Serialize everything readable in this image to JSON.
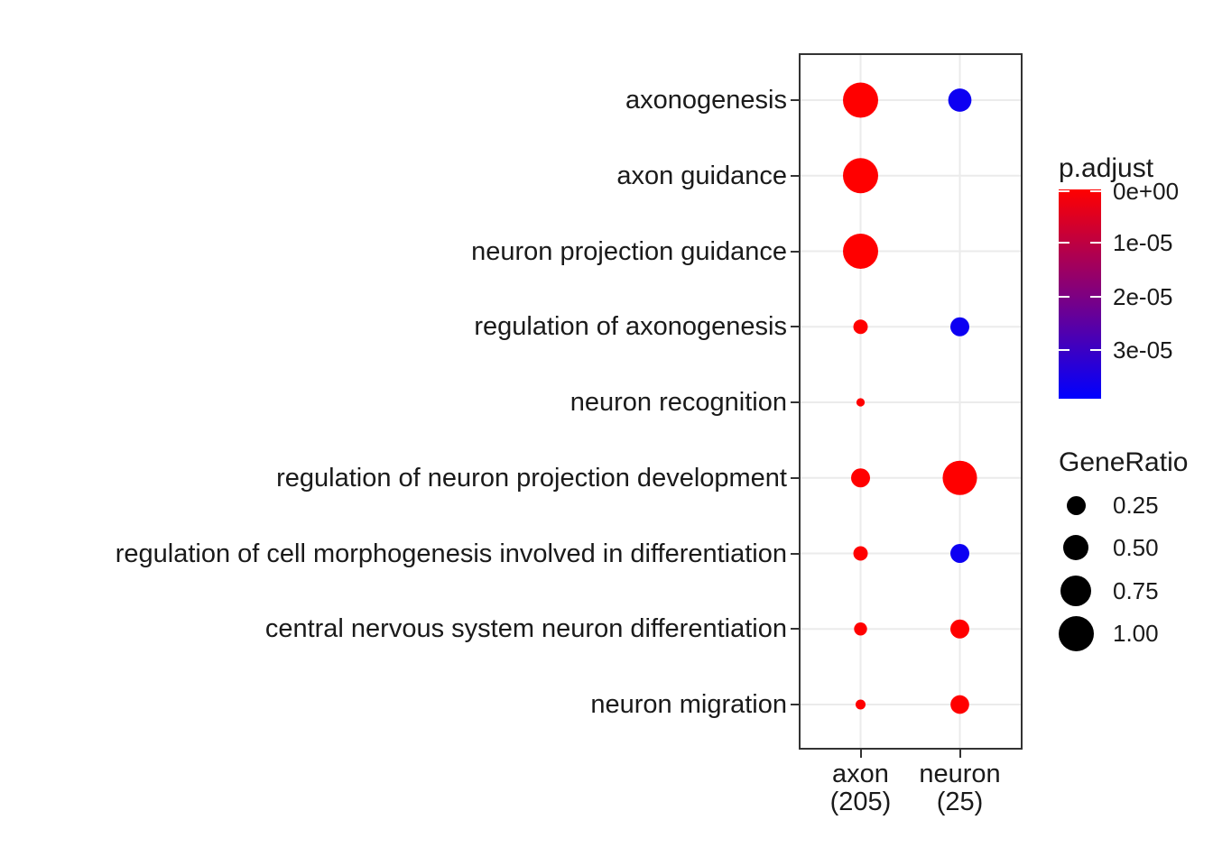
{
  "chart_data": {
    "type": "scatter",
    "subtype": "enrichment-dotplot",
    "title": "",
    "x_axis": {
      "clusters": [
        {
          "label": "axon",
          "size_label": "(205)"
        },
        {
          "label": "neuron",
          "size_label": "(25)"
        }
      ]
    },
    "y_axis": {
      "categories": [
        "axonogenesis",
        "axon guidance",
        "neuron projection guidance",
        "regulation of axonogenesis",
        "neuron recognition",
        "regulation of neuron projection development",
        "regulation of cell morphogenesis involved in differentiation",
        "central nervous system neuron differentiation",
        "neuron migration"
      ]
    },
    "points": [
      {
        "cluster": "axon",
        "category": "axonogenesis",
        "gene_ratio": 1.0,
        "p_adjust": 0
      },
      {
        "cluster": "axon",
        "category": "axon guidance",
        "gene_ratio": 1.0,
        "p_adjust": 0
      },
      {
        "cluster": "axon",
        "category": "neuron projection guidance",
        "gene_ratio": 1.0,
        "p_adjust": 0
      },
      {
        "cluster": "axon",
        "category": "regulation of axonogenesis",
        "gene_ratio": 0.13,
        "p_adjust": 0
      },
      {
        "cluster": "axon",
        "category": "neuron recognition",
        "gene_ratio": 0.03,
        "p_adjust": 0
      },
      {
        "cluster": "axon",
        "category": "regulation of neuron projection development",
        "gene_ratio": 0.25,
        "p_adjust": 0
      },
      {
        "cluster": "axon",
        "category": "regulation of cell morphogenesis involved in differentiation",
        "gene_ratio": 0.13,
        "p_adjust": 0
      },
      {
        "cluster": "axon",
        "category": "central nervous system neuron differentiation",
        "gene_ratio": 0.1,
        "p_adjust": 0
      },
      {
        "cluster": "axon",
        "category": "neuron migration",
        "gene_ratio": 0.05,
        "p_adjust": 0
      },
      {
        "cluster": "neuron",
        "category": "axonogenesis",
        "gene_ratio": 0.4,
        "p_adjust": 3.7e-05
      },
      {
        "cluster": "neuron",
        "category": "regulation of axonogenesis",
        "gene_ratio": 0.25,
        "p_adjust": 3.7e-05
      },
      {
        "cluster": "neuron",
        "category": "regulation of neuron projection development",
        "gene_ratio": 0.95,
        "p_adjust": 0
      },
      {
        "cluster": "neuron",
        "category": "regulation of cell morphogenesis involved in differentiation",
        "gene_ratio": 0.25,
        "p_adjust": 3.7e-05
      },
      {
        "cluster": "neuron",
        "category": "central nervous system neuron differentiation",
        "gene_ratio": 0.25,
        "p_adjust": 0
      },
      {
        "cluster": "neuron",
        "category": "neuron migration",
        "gene_ratio": 0.24,
        "p_adjust": 0
      }
    ],
    "color_legend": {
      "title": "p.adjust",
      "tick_labels": [
        "0e+00",
        "1e-05",
        "2e-05",
        "3e-05"
      ],
      "tick_values": [
        0,
        1e-05,
        2e-05,
        3e-05
      ],
      "domain_max": 3.9e-05,
      "low_color": "#FF0000",
      "high_color": "#0000FF"
    },
    "size_legend": {
      "title": "GeneRatio",
      "breaks": [
        0.25,
        0.5,
        0.75,
        1.0
      ],
      "labels": [
        "0.25",
        "0.50",
        "0.75",
        "1.00"
      ],
      "swatch_color": "#000000"
    },
    "layout_hints": {
      "grid": true,
      "legend_position": "right",
      "panel_border": true
    }
  },
  "colors": {
    "grid_line": "#EBEBEB",
    "panel_border": "#333333",
    "tick_mark": "#333333",
    "text": "#1A1A1A",
    "background": "#FFFFFF"
  }
}
